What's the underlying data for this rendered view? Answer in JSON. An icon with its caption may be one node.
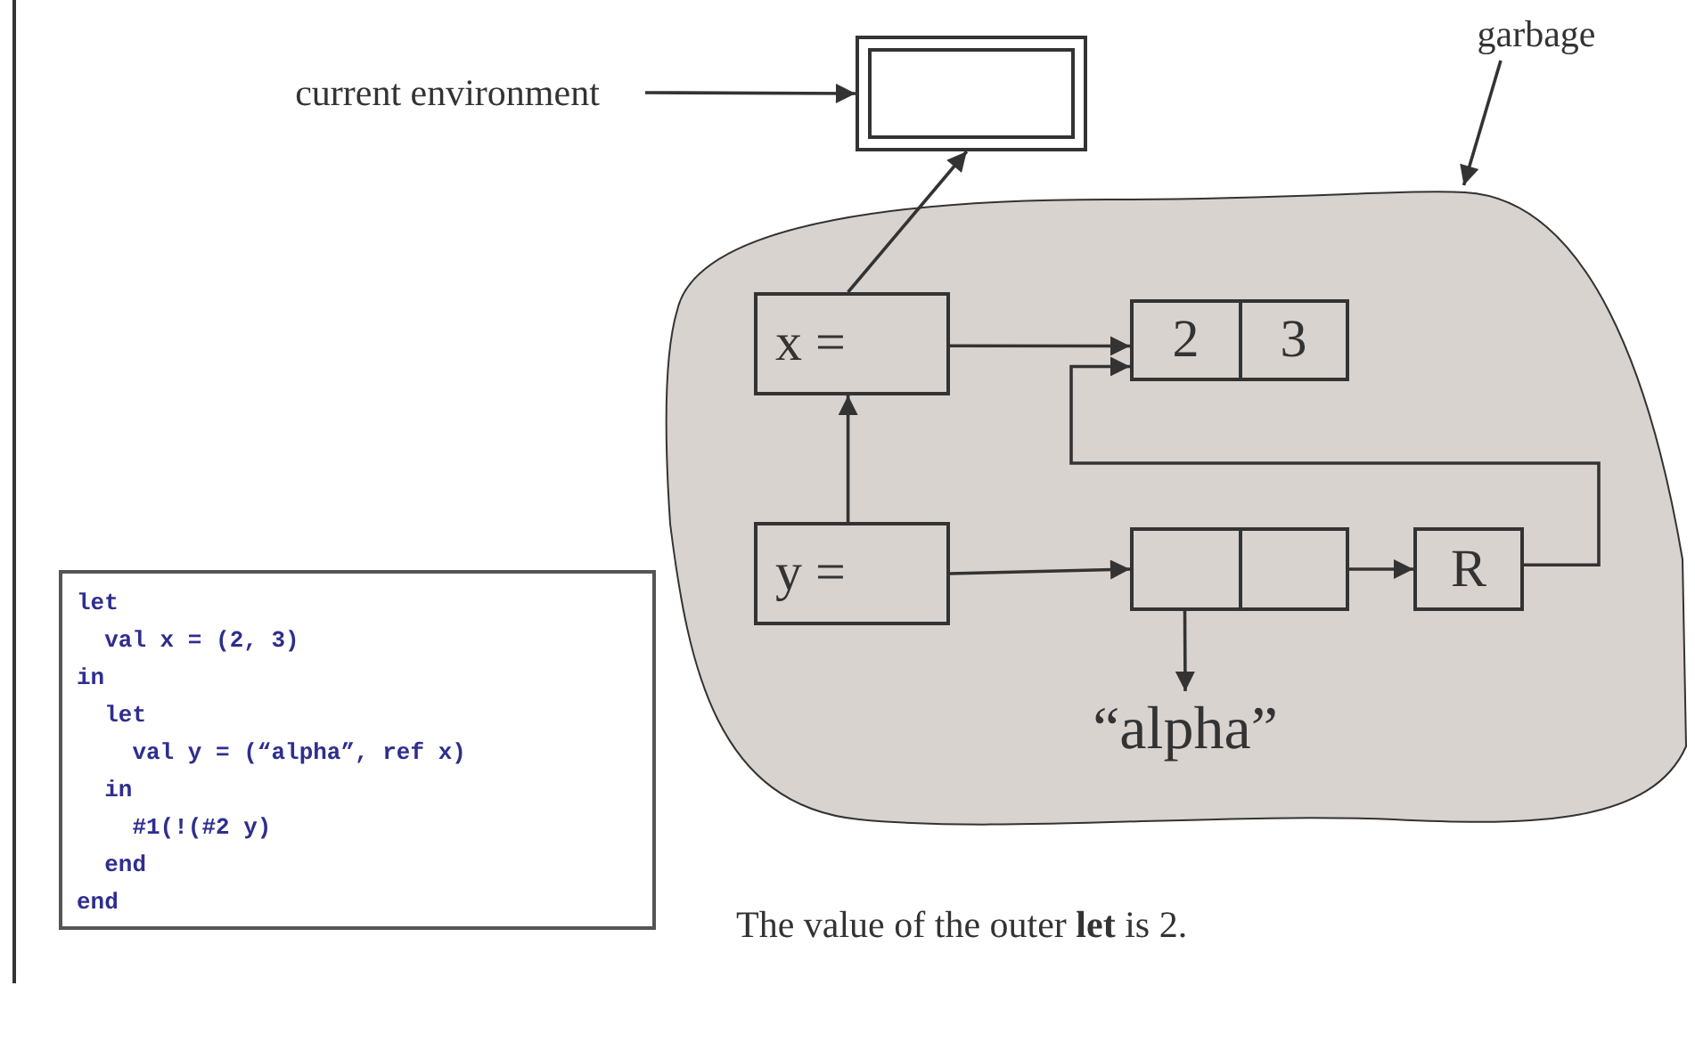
{
  "diagram": {
    "nodes": [
      {
        "text": [
          "current environment"
        ]
      },
      {
        "text": [],
        "shape": "box"
      },
      {
        "text": [
          "garbage"
        ]
      },
      {
        "text": [],
        "shape": "cloud"
      },
      {
        "text": [
          "x ="
        ],
        "in": 3
      },
      {
        "text": [
          "2",
          "3"
        ],
        "in": 3
      },
      {
        "text": [
          "y ="
        ],
        "in": 3
      },
      {
        "text": [],
        "shape": "box",
        "in": 3
      },
      {
        "text": [
          "R"
        ],
        "in": 3
      },
      {
        "text": [
          "“alpha”"
        ],
        "in": 3
      },
      {
        "text": [
          "let",
          "  val x = (2, 3)",
          "in",
          "  let",
          "    val y = (“alpha”, ref x)",
          "  in",
          "    #1(!(#2 y)",
          "  end",
          "end"
        ]
      }
    ],
    "edges": [
      {
        "from": 0,
        "to": 1,
        "arrow": "to"
      },
      {
        "from": 4,
        "to": 1,
        "arrow": "to"
      },
      {
        "from": 2,
        "to": 3,
        "arrow": "to"
      },
      {
        "from": 4,
        "to": 5,
        "arrow": "to"
      },
      {
        "from": 6,
        "to": 4,
        "arrow": "to"
      },
      {
        "from": 6,
        "to": 7,
        "arrow": "to"
      },
      {
        "from": 7,
        "to": 8,
        "arrow": "to"
      },
      {
        "from": 7,
        "to": 9,
        "arrow": "to"
      },
      {
        "from": 8,
        "to": 5,
        "arrow": "to"
      }
    ],
    "labels": [
      "The value of the outer **let** is 2."
    ]
  }
}
